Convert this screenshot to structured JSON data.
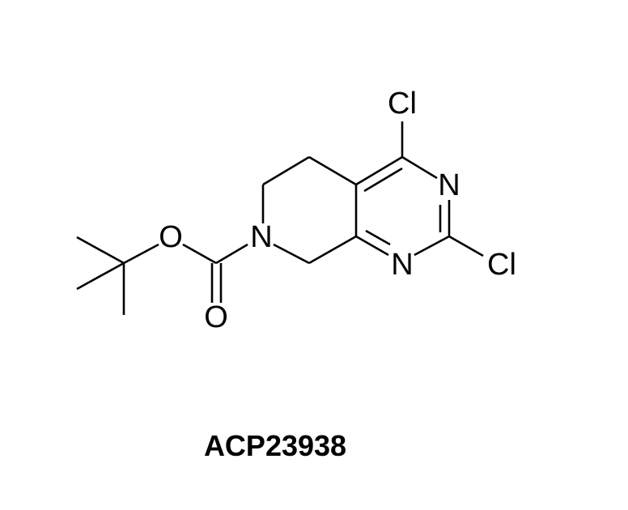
{
  "atoms": {
    "cl_top": "Cl",
    "cl_right": "Cl",
    "n_ring_top": "N",
    "n_ring_bottom": "N",
    "n_amine": "N",
    "o_ester": "O",
    "o_carbonyl": "O"
  },
  "compound_id": "ACP23938"
}
